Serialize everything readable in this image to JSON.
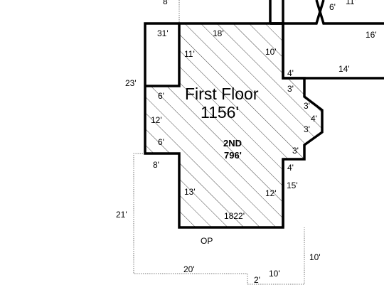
{
  "main_area": {
    "title": "First Floor",
    "area": "1156'"
  },
  "second_floor": {
    "title": "2ND",
    "area": "796'"
  },
  "porch_label": "OP",
  "dimensions": {
    "top_left_cut": "8'",
    "top_right_partial": "11'",
    "top_right_6": "6'",
    "upper_right_16": "16'",
    "upper_right_14": "14'",
    "upper_right_4": "4'",
    "upper_right_10": "10'",
    "top_18": "18'",
    "left_31": "31'",
    "inner_11": "11'",
    "left_23": "23'",
    "left_6_top": "6'",
    "left_12": "12'",
    "left_6_bottom": "6'",
    "left_8": "8'",
    "right_3_upper": "3'",
    "bay_3_top": "3'",
    "bay_4": "4'",
    "bay_3_bottom": "3'",
    "right_3_lower": "3'",
    "right_4": "4'",
    "right_15": "15'",
    "right_12": "12'",
    "bottom_13": "13'",
    "bottom_1822": "1822'",
    "porch_21": "21'",
    "porch_20": "20'",
    "porch_10_right": "10'",
    "porch_10_bottom": "10'",
    "porch_2": "2'"
  }
}
